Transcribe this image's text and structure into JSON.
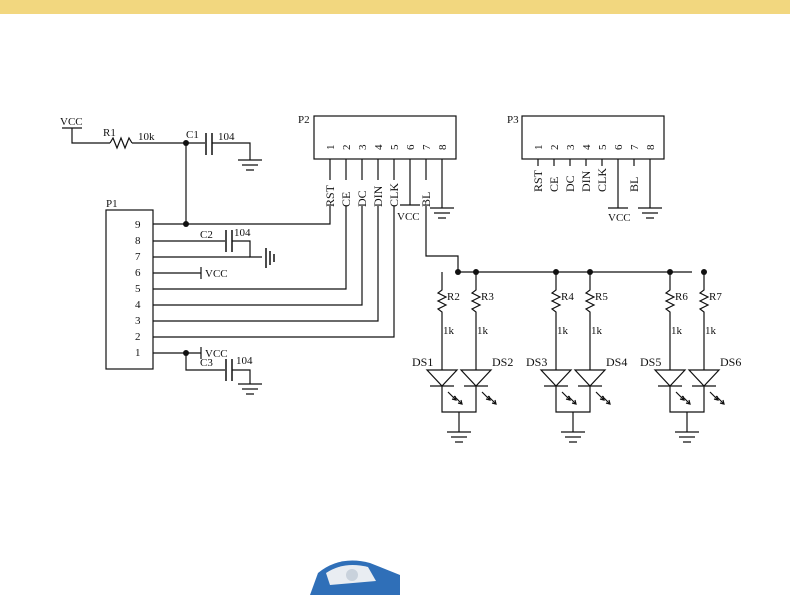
{
  "colors": {
    "band": "#f2d77f",
    "ink": "#111111",
    "object_blue": "#2f6fb8"
  },
  "supply": {
    "vcc_top": "VCC"
  },
  "resistor_r1": {
    "ref": "R1",
    "value": "10k"
  },
  "capacitor_c1": {
    "ref": "C1",
    "value": "104"
  },
  "capacitor_c2": {
    "ref": "C2",
    "value": "104"
  },
  "capacitor_c3": {
    "ref": "C3",
    "value": "104"
  },
  "connector_p1": {
    "ref": "P1",
    "pins": [
      "9",
      "8",
      "7",
      "6",
      "5",
      "4",
      "3",
      "2",
      "1"
    ],
    "vcc_pin6": "VCC",
    "vcc_pin1": "VCC"
  },
  "connector_p2": {
    "ref": "P2",
    "pins": [
      "1",
      "2",
      "3",
      "4",
      "5",
      "6",
      "7",
      "8"
    ],
    "signals": [
      "RST",
      "CE",
      "DC",
      "DIN",
      "CLK",
      "VCC",
      "BL"
    ]
  },
  "connector_p3": {
    "ref": "P3",
    "pins": [
      "1",
      "2",
      "3",
      "4",
      "5",
      "6",
      "7",
      "8"
    ],
    "signals": [
      "RST",
      "CE",
      "DC",
      "DIN",
      "CLK",
      "BL"
    ],
    "vcc": "VCC"
  },
  "led_groups": [
    {
      "r_left": "R2",
      "r_right": "R3",
      "v_left": "1k",
      "v_right": "1k",
      "d_left": "DS1",
      "d_right": "DS2"
    },
    {
      "r_left": "R4",
      "r_right": "R5",
      "v_left": "1k",
      "v_right": "1k",
      "d_left": "DS3",
      "d_right": "DS4"
    },
    {
      "r_left": "R6",
      "r_right": "R7",
      "v_left": "1k",
      "v_right": "1k",
      "d_left": "DS5",
      "d_right": "DS6"
    }
  ]
}
